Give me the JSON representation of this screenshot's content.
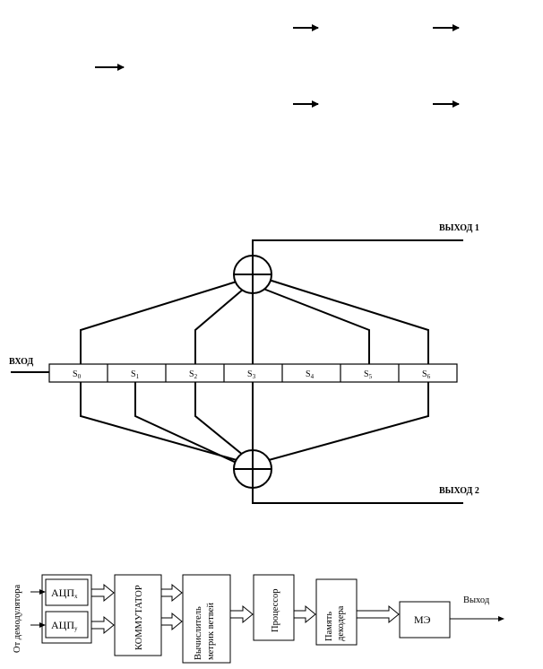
{
  "encoder": {
    "input_label": "ВХОД",
    "output1_label": "ВЫХОД 1",
    "output2_label": "ВЫХОД 2",
    "register_cells": [
      {
        "base": "S",
        "sub": "0"
      },
      {
        "base": "S",
        "sub": "1"
      },
      {
        "base": "S",
        "sub": "2"
      },
      {
        "base": "S",
        "sub": "3"
      },
      {
        "base": "S",
        "sub": "4"
      },
      {
        "base": "S",
        "sub": "5"
      },
      {
        "base": "S",
        "sub": "6"
      }
    ]
  },
  "decoder": {
    "source_label": "От демодулятора",
    "adc_x": {
      "base": "АЦП",
      "sub": "x"
    },
    "adc_y": {
      "base": "АЦП",
      "sub": "y"
    },
    "commutator": "КОММУТАТОР",
    "metric_line1": "Вычислитель",
    "metric_line2": "метрик ветвей",
    "processor": "Процессор",
    "memory_line1": "Память",
    "memory_line2": "декодера",
    "me": "МЭ",
    "output_label": "Выход"
  }
}
